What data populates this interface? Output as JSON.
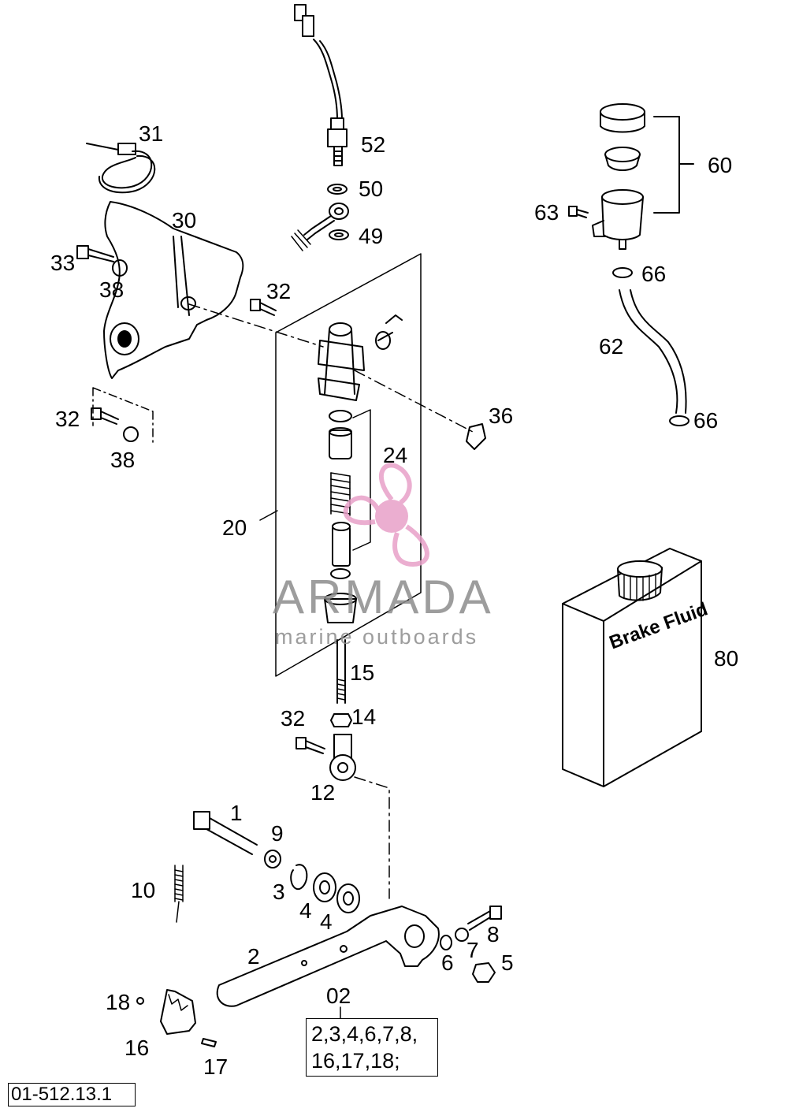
{
  "drawing_number": "01-512.13.1",
  "watermark": {
    "brand": "ARMADA",
    "tagline": "marine outboards",
    "logo_color": "#e8a0c8"
  },
  "fluid_can_text": "Brake Fluid",
  "kit": {
    "part": "02",
    "lines": [
      "2,3,4,6,7,8,",
      "16,17,18;"
    ]
  },
  "callouts": {
    "p31": "31",
    "p30": "30",
    "p33": "33",
    "p38a": "38",
    "p38b": "38",
    "p32a": "32",
    "p32b": "32",
    "p32c": "32",
    "p52": "52",
    "p50": "50",
    "p49": "49",
    "p60": "60",
    "p63": "63",
    "p66a": "66",
    "p66b": "66",
    "p62": "62",
    "p36": "36",
    "p24": "24",
    "p20": "20",
    "p15": "15",
    "p14": "14",
    "p12": "12",
    "p80": "80",
    "p1": "1",
    "p9": "9",
    "p10": "10",
    "p3": "3",
    "p4a": "4",
    "p4b": "4",
    "p8": "8",
    "p7": "7",
    "p6": "6",
    "p5": "5",
    "p2": "2",
    "p18": "18",
    "p16": "16",
    "p17": "17"
  }
}
